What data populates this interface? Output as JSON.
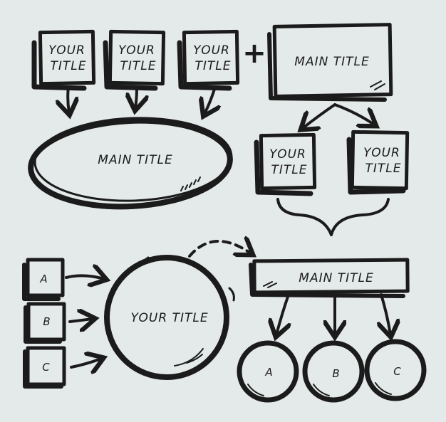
{
  "top_boxes": [
    {
      "line1": "YOUR",
      "line2": "TITLE"
    },
    {
      "line1": "YOUR",
      "line2": "TITLE"
    },
    {
      "line1": "YOUR",
      "line2": "TITLE"
    }
  ],
  "plus_sign": "+",
  "main_box_top": "MAIN TITLE",
  "ellipse_title": "MAIN TITLE",
  "right_boxes": [
    {
      "line1": "YOUR",
      "line2": "TITLE"
    },
    {
      "line1": "YOUR",
      "line2": "TITLE"
    }
  ],
  "abc_boxes": [
    "A",
    "B",
    "C"
  ],
  "circle_title": "YOUR TITLE",
  "main_bar_title": "MAIN TITLE",
  "bottom_circles": [
    "A",
    "B",
    "C"
  ],
  "colors": {
    "background": "#e4eae9",
    "ink": "#1b1b1b"
  }
}
